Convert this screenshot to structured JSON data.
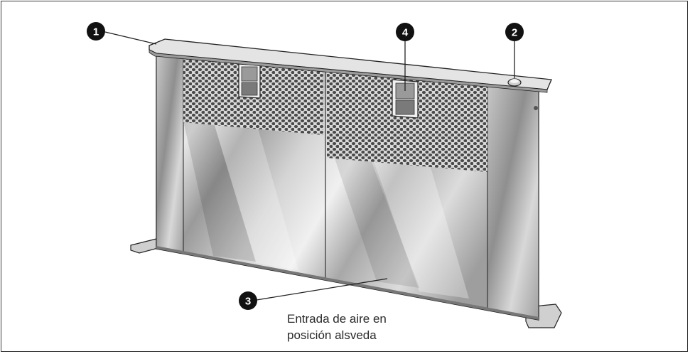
{
  "callouts": [
    {
      "id": "1",
      "label": "1"
    },
    {
      "id": "2",
      "label": "2"
    },
    {
      "id": "3",
      "label": "3"
    },
    {
      "id": "4",
      "label": "4"
    }
  ],
  "caption": {
    "line1": "Entrada de aire en",
    "line2": "posición alsveda"
  },
  "colors": {
    "frame": "#3a3a3a",
    "steel_light": "#e6e6e6",
    "steel_mid": "#bdbdbd",
    "steel_dark": "#8e8e8e",
    "perforation": "#4a4a4a",
    "callout_fill": "#111111"
  }
}
